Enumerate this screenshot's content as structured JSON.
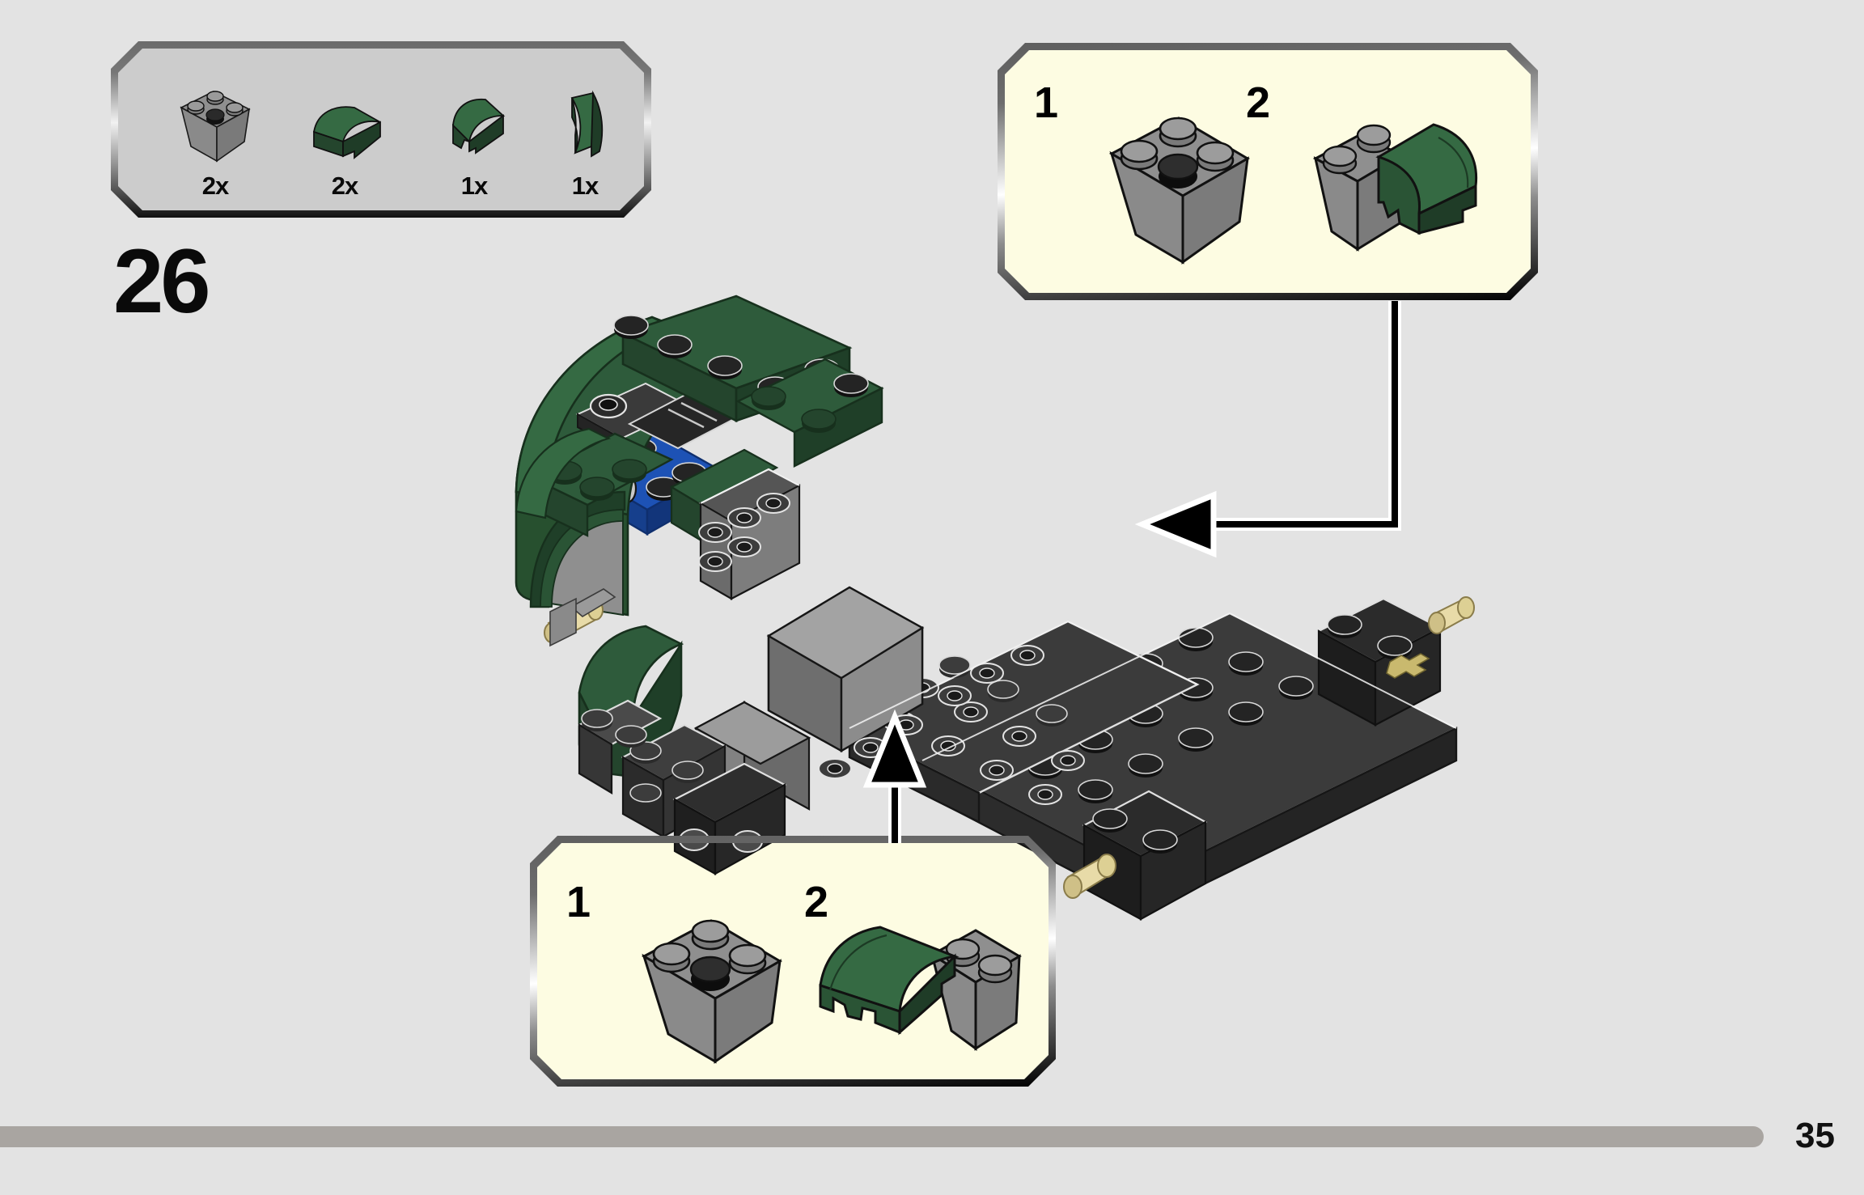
{
  "page": {
    "number": "35",
    "background_color": "#e3e3e3",
    "bottom_bar_color": "#a9a5a1"
  },
  "step": {
    "number": "26"
  },
  "parts_box": {
    "background_color": "#cccccc",
    "parts": [
      {
        "name": "slope-brick-inverted-2x2-gray",
        "qty": "2x",
        "color": "#8a8a8a"
      },
      {
        "name": "curved-slope-2x2-green",
        "qty": "2x",
        "color": "#2b5538"
      },
      {
        "name": "curved-slope-2x1-green",
        "qty": "1x",
        "color": "#2b5538"
      },
      {
        "name": "wedge-slope-green",
        "qty": "1x",
        "color": "#2b5538"
      }
    ]
  },
  "callouts": [
    {
      "id": "callout-top-right",
      "background_color": "#fdfce2",
      "substeps": [
        {
          "label": "1",
          "name": "substep-gray-inverted-slope"
        },
        {
          "label": "2",
          "name": "substep-add-green-curved-slope"
        }
      ]
    },
    {
      "id": "callout-bottom",
      "background_color": "#fdfce2",
      "substeps": [
        {
          "label": "1",
          "name": "substep-gray-inverted-slope"
        },
        {
          "label": "2",
          "name": "substep-add-green-curved-slope"
        }
      ]
    }
  ],
  "model": {
    "name": "lego-sports-car-assembly",
    "colors": {
      "green": "#2b5538",
      "green_dark": "#1f3f28",
      "green_light": "#35603f",
      "gray_dark": "#3a3a3a",
      "gray_mid": "#5a5a5a",
      "gray_light": "#9b9b9b",
      "black": "#1a1a1a",
      "blue": "#1d52b5",
      "tan": "#e8dba8"
    }
  },
  "arrows": [
    {
      "name": "arrow-from-top-callout",
      "direction": "left"
    },
    {
      "name": "arrow-from-bottom-callout",
      "direction": "up"
    }
  ]
}
